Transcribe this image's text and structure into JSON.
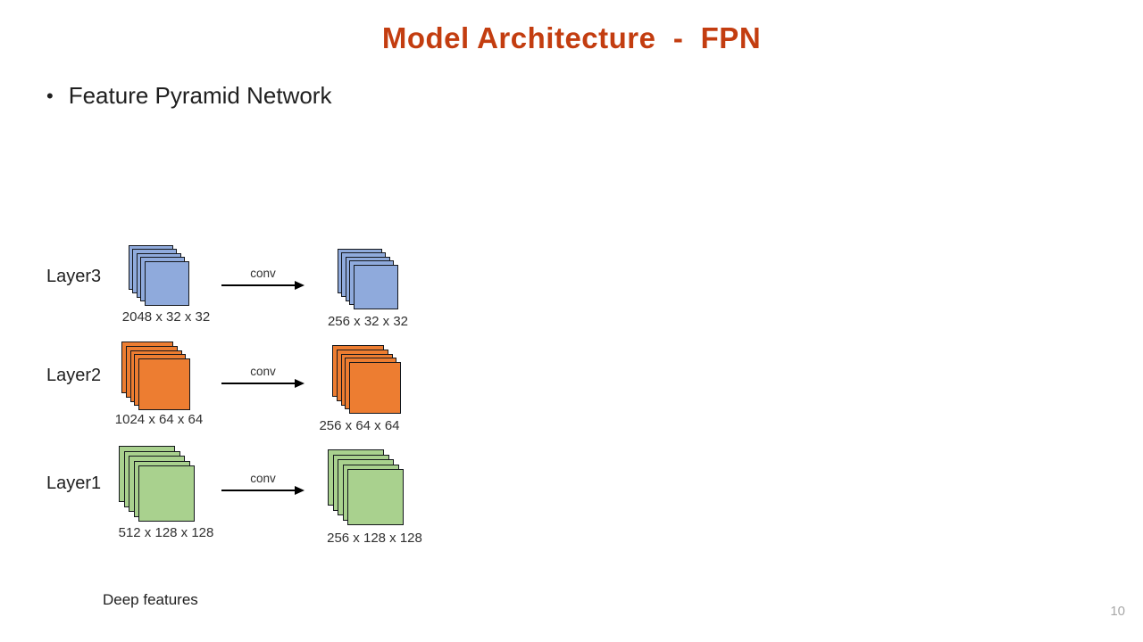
{
  "slide": {
    "title": "Model Architecture  -  FPN",
    "title_color": "#C33D10",
    "bullet_glyph": "•",
    "bullet": "Feature Pyramid Network",
    "caption": "Deep features",
    "page_number": "10"
  },
  "layers": [
    {
      "label": "Layer3",
      "input_dims": "2048 x 32 x 32",
      "op_label": "conv",
      "output_dims": "256 x 32 x 32",
      "color": "#8FAADC"
    },
    {
      "label": "Layer2",
      "input_dims": "1024 x 64 x 64",
      "op_label": "conv",
      "output_dims": "256 x 64 x 64",
      "color": "#ED7D31"
    },
    {
      "label": "Layer1",
      "input_dims": "512 x 128 x 128",
      "op_label": "conv",
      "output_dims": "256 x 128 x 128",
      "color": "#A9D18E"
    }
  ]
}
